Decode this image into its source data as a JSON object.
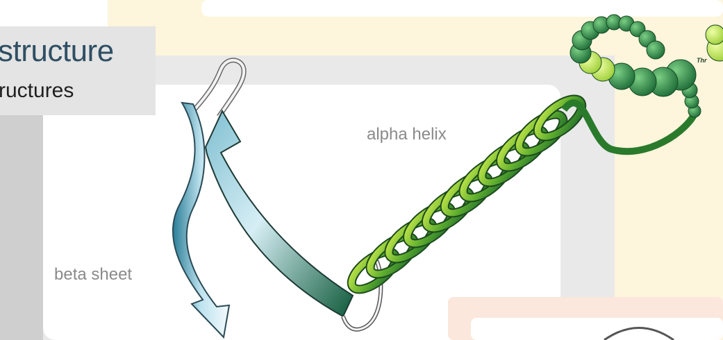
{
  "title": {
    "main": "structure",
    "sub": "ructures"
  },
  "labels": {
    "alpha_helix": "alpha helix",
    "beta_sheet": "beta sheet",
    "residue_tag": "Thr"
  },
  "colors": {
    "helix_light": "#9acd32",
    "helix_dark": "#1e6b2c",
    "sheet_light": "#d8ecf3",
    "sheet_dark": "#1d5b6e",
    "title_text": "#2f4f63",
    "panel_yellow": "#fdf4d6",
    "panel_peach": "#fbe6db",
    "panel_grey": "#e8e8e8"
  }
}
